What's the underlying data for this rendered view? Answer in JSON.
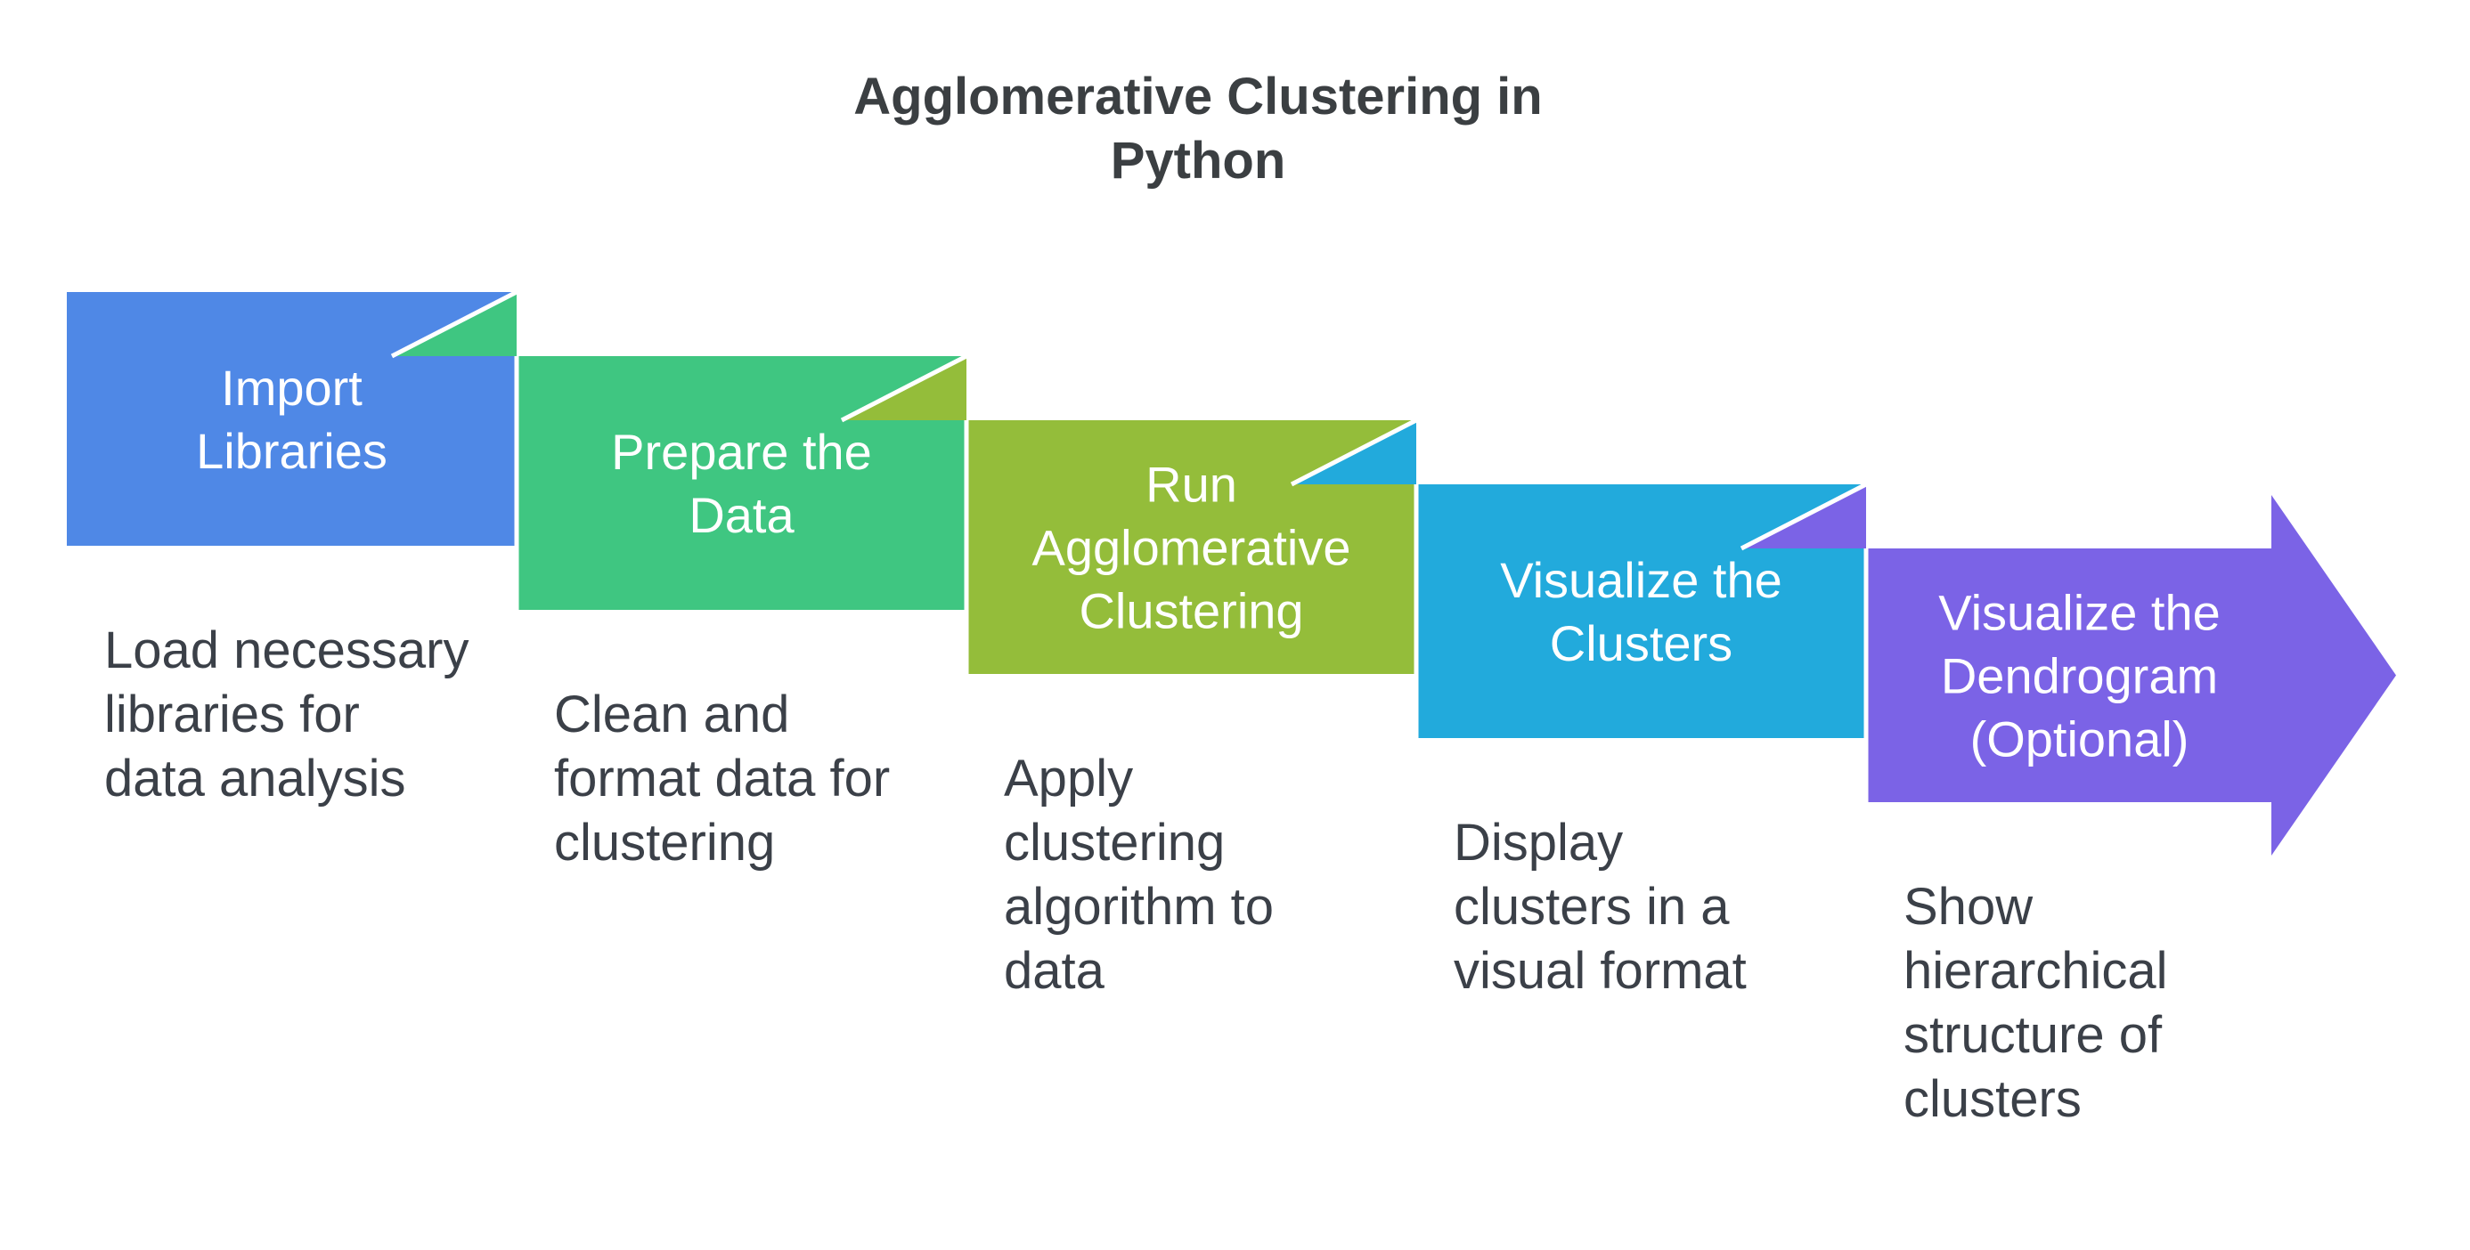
{
  "title": {
    "line1": "Agglomerative Clustering in",
    "line2": "Python"
  },
  "steps": [
    {
      "label_lines": [
        "Import",
        "Libraries"
      ],
      "description_lines": [
        "Load necessary",
        "libraries for",
        "data analysis"
      ],
      "color": "#4f88e6",
      "fold_color": "#3fc681"
    },
    {
      "label_lines": [
        "Prepare the",
        "Data"
      ],
      "description_lines": [
        "Clean and",
        "format data for",
        "clustering"
      ],
      "color": "#3fc681",
      "fold_color": "#94bd3a"
    },
    {
      "label_lines": [
        "Run",
        "Agglomerative",
        "Clustering"
      ],
      "description_lines": [
        "Apply",
        "clustering",
        "algorithm to",
        "data"
      ],
      "color": "#94bd3a",
      "fold_color": "#22aadc"
    },
    {
      "label_lines": [
        "Visualize the",
        "Clusters"
      ],
      "description_lines": [
        "Display",
        "clusters in a",
        "visual format"
      ],
      "color": "#22aadc",
      "fold_color": "#7b63e6"
    },
    {
      "label_lines": [
        "Visualize the",
        "Dendrogram",
        "(Optional)"
      ],
      "description_lines": [
        "Show",
        "hierarchical",
        "structure of",
        "clusters"
      ],
      "color": "#7b63e6"
    }
  ]
}
